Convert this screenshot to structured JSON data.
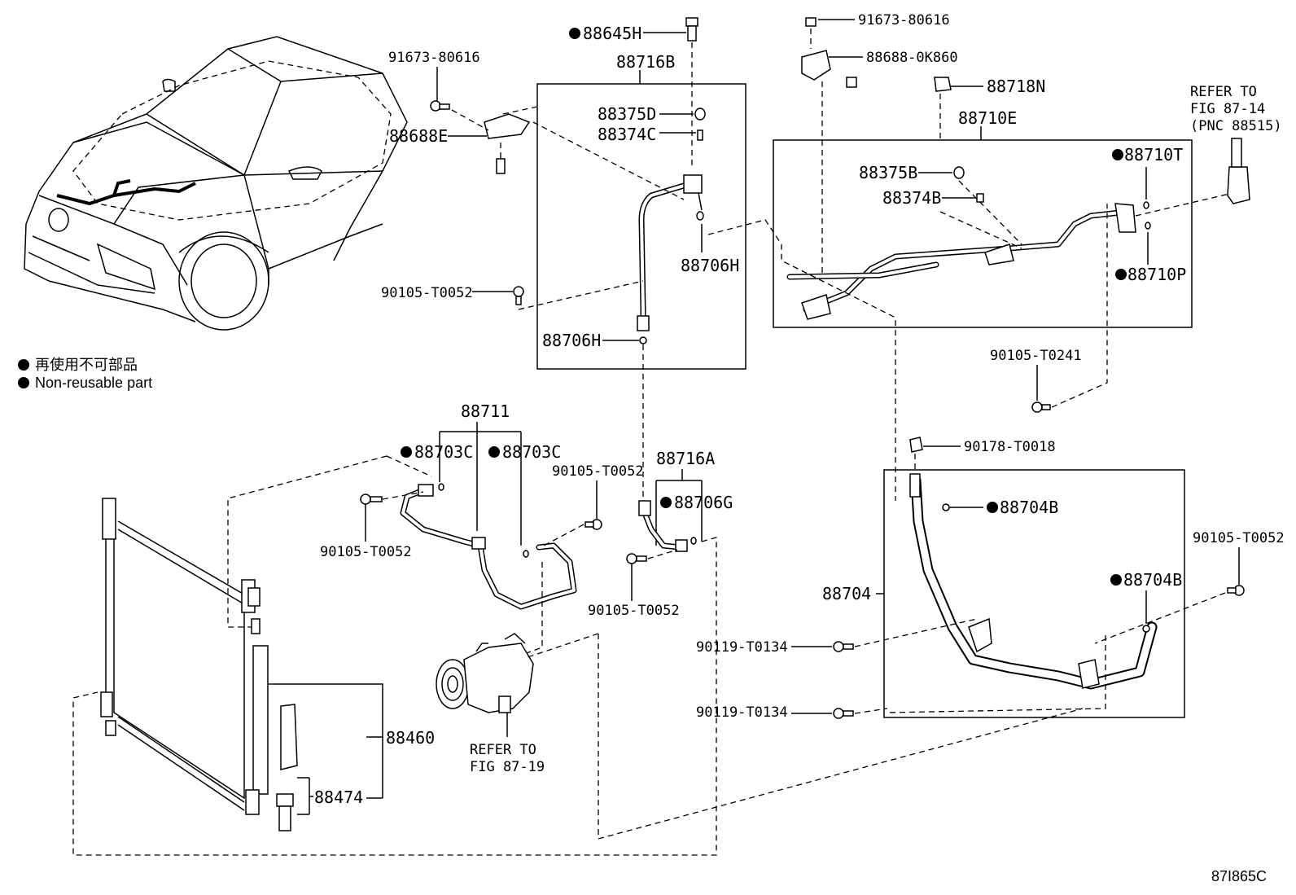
{
  "legend": {
    "jp": "再使用不可部品",
    "en": "Non-reusable part"
  },
  "labels": {
    "p88645H": "88645H",
    "p91673_a": "91673-80616",
    "p91673_b": "91673-80616",
    "p88688_0K860": "88688-0K860",
    "p88718N": "88718N",
    "p88716B": "88716B",
    "p88375D": "88375D",
    "p88374C": "88374C",
    "p88688E": "88688E",
    "p88706H_a": "88706H",
    "p88706H_b": "88706H",
    "p90105_T0052_a": "90105-T0052",
    "p88710E": "88710E",
    "p88375B": "88375B",
    "p88374B": "88374B",
    "p88710T": "88710T",
    "p88710P": "88710P",
    "refer_a_1": "REFER TO",
    "refer_a_2": "FIG 87-14",
    "refer_a_3": "(PNC 88515)",
    "p90105_T0241": "90105-T0241",
    "p88711": "88711",
    "p88703C_a": "88703C",
    "p88703C_b": "88703C",
    "p90105_T0052_b": "90105-T0052",
    "p90105_T0052_c": "90105-T0052",
    "p88716A": "88716A",
    "p88706G": "88706G",
    "p90105_T0052_d": "90105-T0052",
    "p90178_T0018": "90178-T0018",
    "p88704B_a": "88704B",
    "p88704B_b": "88704B",
    "p88704": "88704",
    "p90105_T0052_e": "90105-T0052",
    "p90119_T0134_a": "90119-T0134",
    "p90119_T0134_b": "90119-T0134",
    "p88460": "88460",
    "p88474": "88474",
    "refer_b_1": "REFER TO",
    "refer_b_2": "FIG 87-19",
    "fig_id": "87I865C"
  }
}
